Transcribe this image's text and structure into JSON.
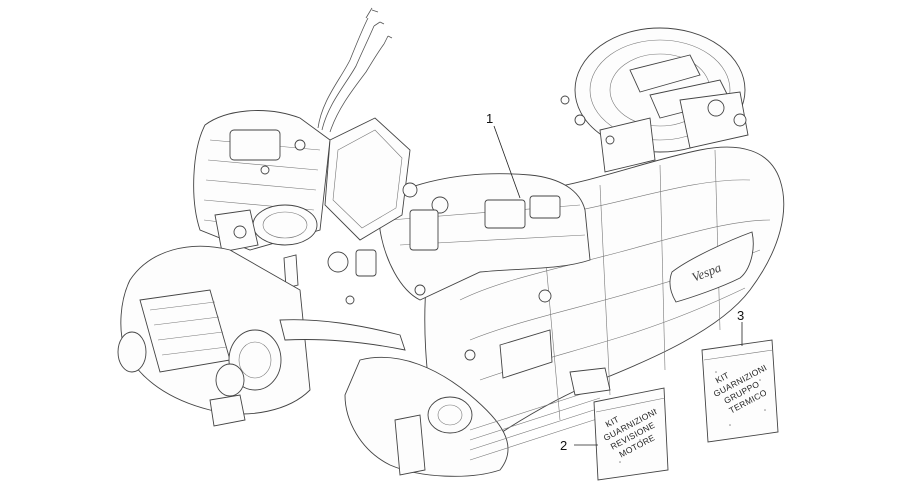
{
  "diagram": {
    "callouts": [
      {
        "id": "1",
        "label": "1"
      },
      {
        "id": "2",
        "label": "2"
      },
      {
        "id": "3",
        "label": "3"
      }
    ],
    "bag_2": {
      "lines": [
        "KIT",
        "GUARNIZIONI",
        "REVISIONE",
        "MOTORE"
      ]
    },
    "bag_3": {
      "lines": [
        "KIT",
        "GUARNIZIONI",
        "GRUPPO",
        "TERMICO"
      ]
    },
    "logo_text": "Vespa"
  }
}
